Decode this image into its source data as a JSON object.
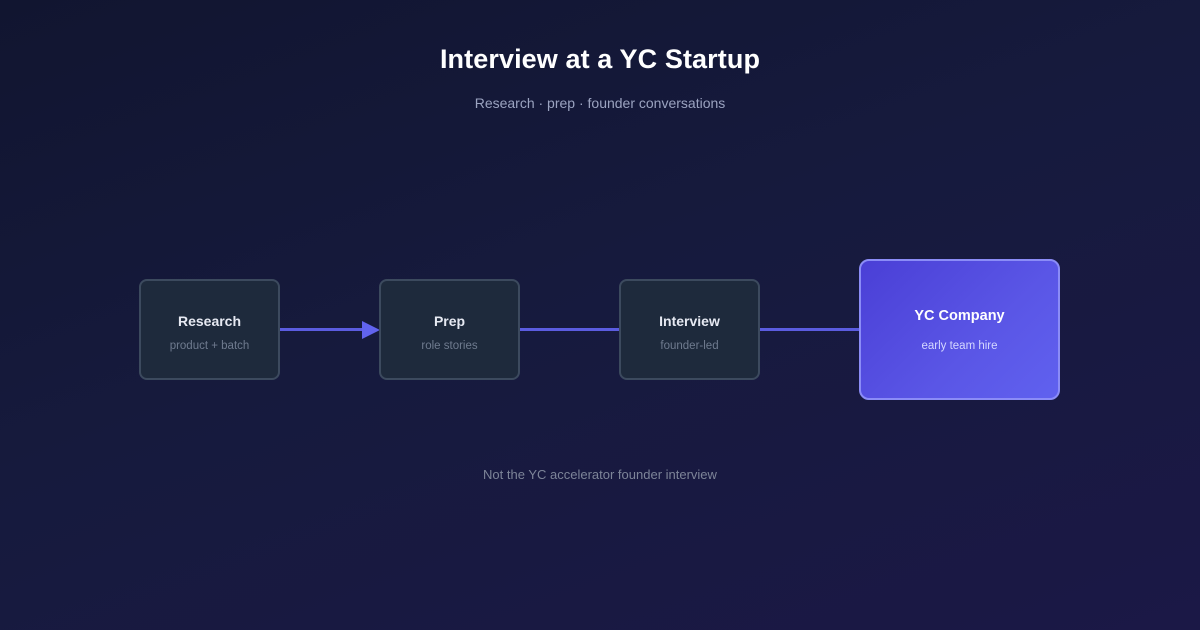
{
  "title": "Interview at a YC Startup",
  "subtitle": "Research · prep · founder conversations",
  "nodes": [
    {
      "label": "Research",
      "sublabel": "product + batch"
    },
    {
      "label": "Prep",
      "sublabel": "role stories"
    },
    {
      "label": "Interview",
      "sublabel": "founder-led"
    },
    {
      "label": "YC Company",
      "sublabel": "early team hire"
    }
  ],
  "footnote": "Not the YC accelerator founder interview",
  "colors": {
    "connector": "#5b5ce0",
    "step_fill": "#1e2a3c",
    "step_border": "#3c4a5e",
    "final_fill": "#5a56e6",
    "final_border": "#8b8cf7"
  }
}
